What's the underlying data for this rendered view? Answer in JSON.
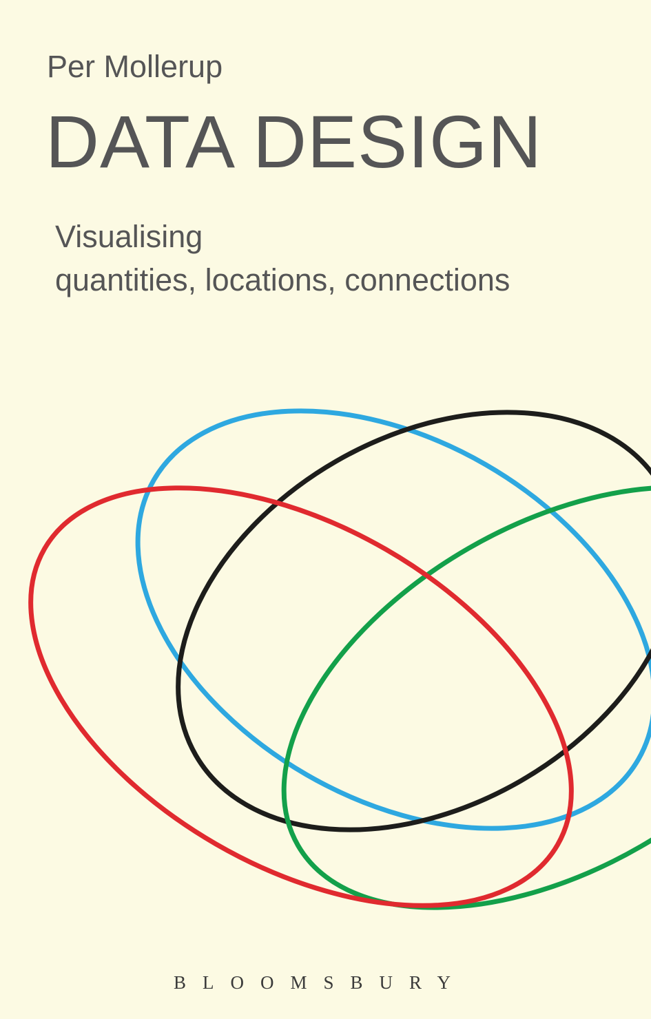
{
  "cover": {
    "author": "Per Mollerup",
    "title": "DATA DESIGN",
    "subtitle_line1": "Visualising",
    "subtitle_line2": "quantities, locations, connections",
    "publisher": "BLOOMSBURY"
  },
  "colors": {
    "background": "#fcfae3",
    "text": "#555556",
    "red": "#e02a2f",
    "blue": "#2ea8e0",
    "black": "#1d1d1b",
    "green": "#13a04a"
  }
}
